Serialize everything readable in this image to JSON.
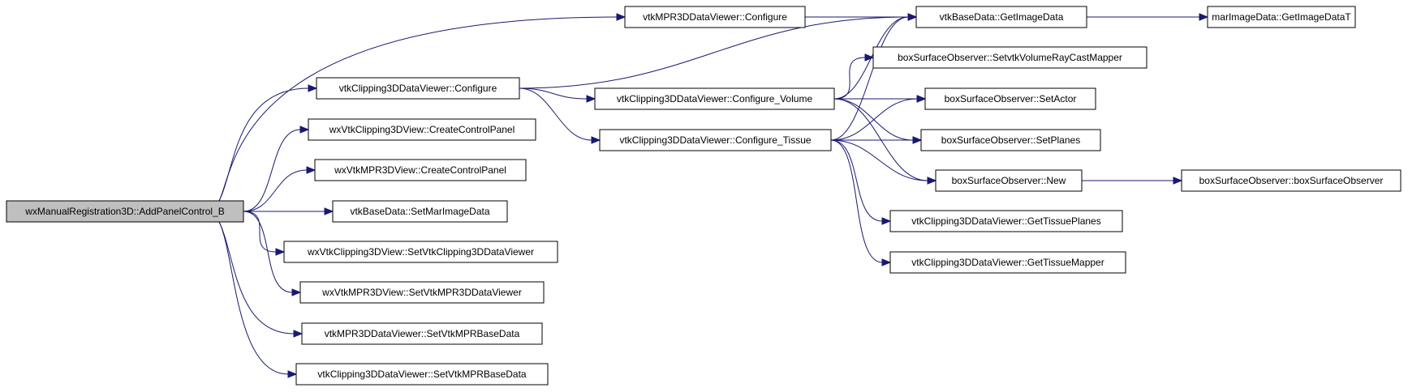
{
  "colors": {
    "edge": "#191970",
    "node_fill": "#ffffff",
    "root_fill": "#bfbfbf",
    "node_border": "#000000"
  },
  "nodes": [
    {
      "id": "root",
      "label": "wxManualRegistration3D::AddPanelControl_B",
      "root": true
    },
    {
      "id": "mpr3d_configure",
      "label": "vtkMPR3DDataViewer::Configure"
    },
    {
      "id": "clip_configure",
      "label": "vtkClipping3DDataViewer::Configure"
    },
    {
      "id": "wxclip_ccp",
      "label": "wxVtkClipping3DView::CreateControlPanel"
    },
    {
      "id": "wxmpr_ccp",
      "label": "wxVtkMPR3DView::CreateControlPanel"
    },
    {
      "id": "setmar",
      "label": "vtkBaseData::SetMarImageData"
    },
    {
      "id": "setclipviewer",
      "label": "wxVtkClipping3DView::SetVtkClipping3DDataViewer"
    },
    {
      "id": "setmprviewer",
      "label": "wxVtkMPR3DView::SetVtkMPR3DDataViewer"
    },
    {
      "id": "mpr_setbase",
      "label": "vtkMPR3DDataViewer::SetVtkMPRBaseData"
    },
    {
      "id": "clip_setbase",
      "label": "vtkClipping3DDataViewer::SetVtkMPRBaseData"
    },
    {
      "id": "conf_volume",
      "label": "vtkClipping3DDataViewer::Configure_Volume"
    },
    {
      "id": "conf_tissue",
      "label": "vtkClipping3DDataViewer::Configure_Tissue"
    },
    {
      "id": "getimagedata",
      "label": "vtkBaseData::GetImageData"
    },
    {
      "id": "setraycast",
      "label": "boxSurfaceObserver::SetvtkVolumeRayCastMapper"
    },
    {
      "id": "setactor",
      "label": "boxSurfaceObserver::SetActor"
    },
    {
      "id": "setplanes",
      "label": "boxSurfaceObserver::SetPlanes"
    },
    {
      "id": "bso_new",
      "label": "boxSurfaceObserver::New"
    },
    {
      "id": "gettissueplanes",
      "label": "vtkClipping3DDataViewer::GetTissuePlanes"
    },
    {
      "id": "gettissuemapper",
      "label": "vtkClipping3DDataViewer::GetTissueMapper"
    },
    {
      "id": "getimagedatat",
      "label": "marImageData::GetImageDataT"
    },
    {
      "id": "bso_ctor",
      "label": "boxSurfaceObserver::boxSurfaceObserver"
    }
  ],
  "edges": [
    [
      "root",
      "mpr3d_configure"
    ],
    [
      "root",
      "clip_configure"
    ],
    [
      "root",
      "wxclip_ccp"
    ],
    [
      "root",
      "wxmpr_ccp"
    ],
    [
      "root",
      "setmar"
    ],
    [
      "root",
      "setclipviewer"
    ],
    [
      "root",
      "setmprviewer"
    ],
    [
      "root",
      "mpr_setbase"
    ],
    [
      "root",
      "clip_setbase"
    ],
    [
      "mpr3d_configure",
      "getimagedata"
    ],
    [
      "clip_configure",
      "getimagedata"
    ],
    [
      "clip_configure",
      "conf_volume"
    ],
    [
      "clip_configure",
      "conf_tissue"
    ],
    [
      "conf_volume",
      "getimagedata"
    ],
    [
      "conf_volume",
      "setraycast"
    ],
    [
      "conf_volume",
      "setactor"
    ],
    [
      "conf_volume",
      "setplanes"
    ],
    [
      "conf_volume",
      "bso_new"
    ],
    [
      "conf_tissue",
      "getimagedata"
    ],
    [
      "conf_tissue",
      "setactor"
    ],
    [
      "conf_tissue",
      "setplanes"
    ],
    [
      "conf_tissue",
      "bso_new"
    ],
    [
      "conf_tissue",
      "gettissueplanes"
    ],
    [
      "conf_tissue",
      "gettissuemapper"
    ],
    [
      "getimagedata",
      "getimagedatat"
    ],
    [
      "bso_new",
      "bso_ctor"
    ]
  ]
}
